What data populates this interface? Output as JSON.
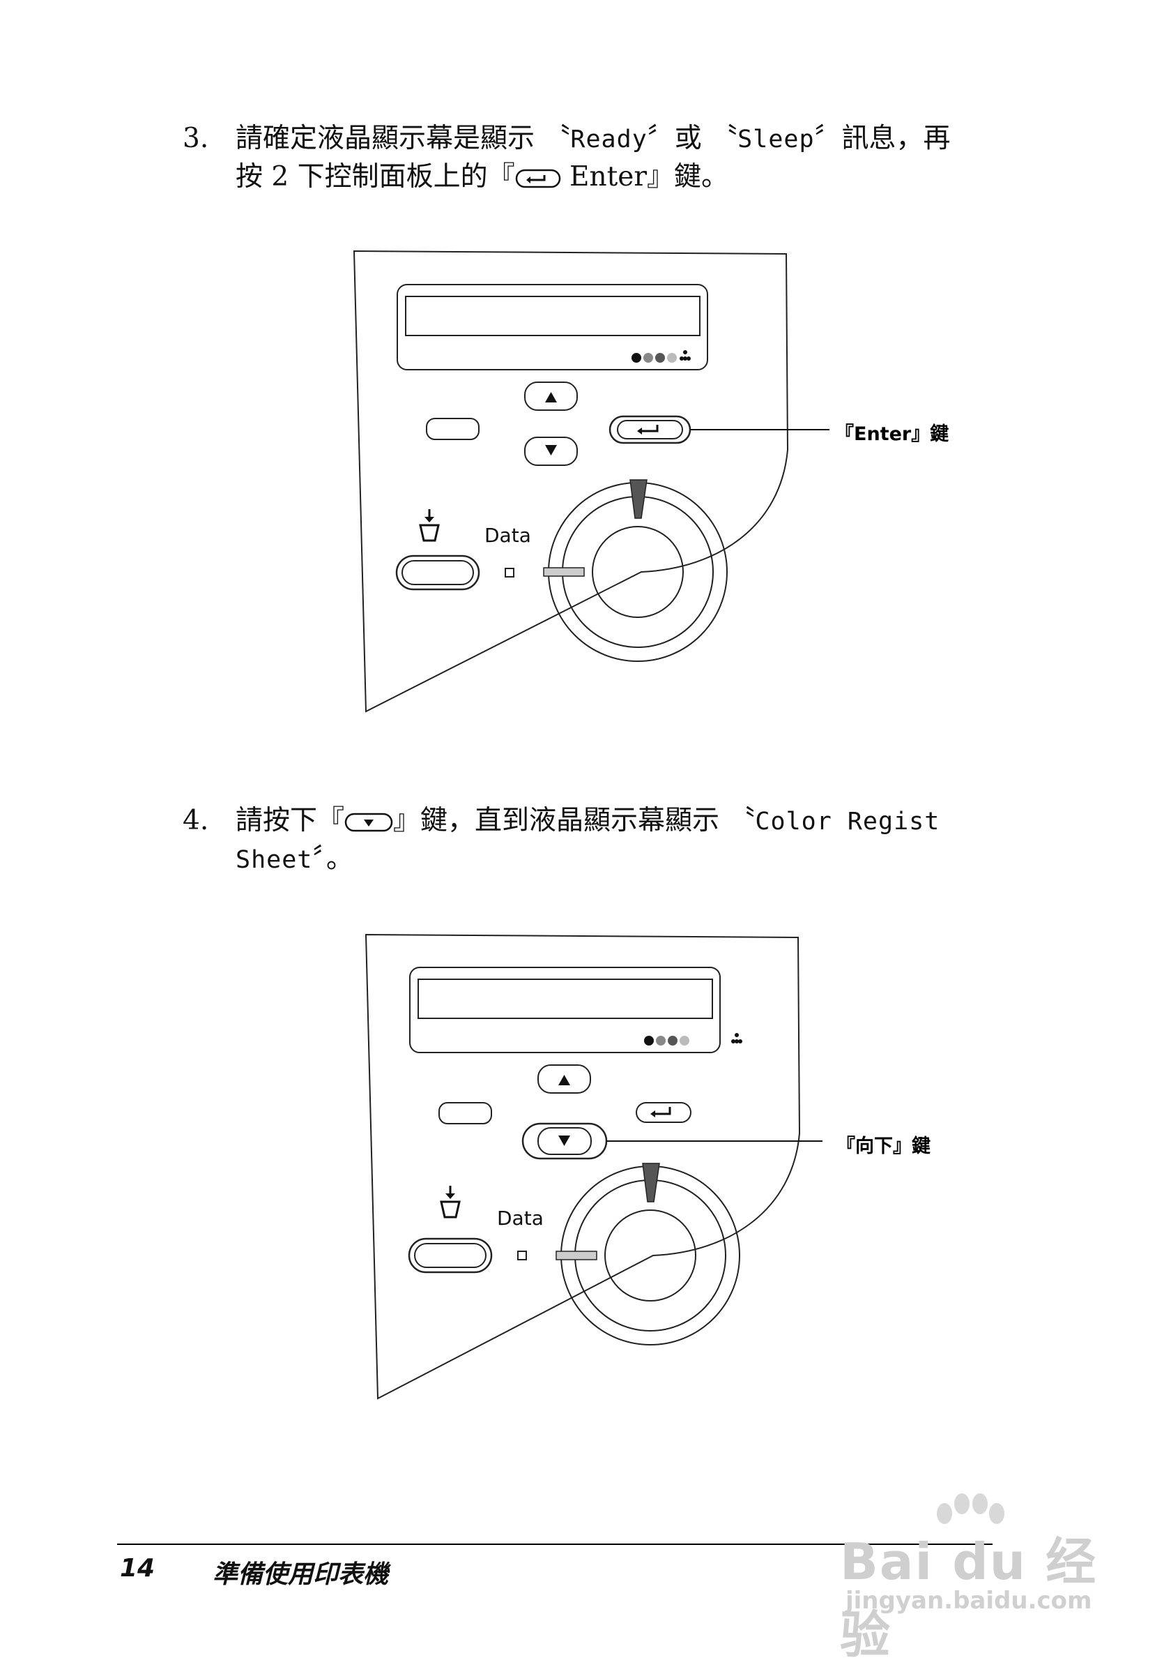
{
  "steps": [
    {
      "num": "3.",
      "line1_a": "請確定液晶顯示幕是顯示 〝",
      "line1_ready": "Ready",
      "line1_b": "〞或 〝",
      "line1_sleep": "Sleep",
      "line1_c": "〞訊息，再",
      "line2_a": "按 2 下控制面板上的『",
      "line2_key": "Enter",
      "line2_b": "』鍵。"
    },
    {
      "num": "4.",
      "line1_a": "請按下『",
      "line1_b": "』鍵，直到液晶顯示幕顯示 〝",
      "line1_msg1": "Color Regist",
      "line2_msg2": "Sheet",
      "line2_b": "〞。"
    }
  ],
  "figures": [
    {
      "data_label": "Data",
      "callout": "『Enter』鍵",
      "highlight": "enter"
    },
    {
      "data_label": "Data",
      "callout": "『向下』鍵",
      "highlight": "down"
    }
  ],
  "footer": {
    "page_number": "14",
    "title": "準備使用印表機"
  },
  "watermark": {
    "line1": "Bai du 经验",
    "line2": "jingyan.baidu.com"
  }
}
